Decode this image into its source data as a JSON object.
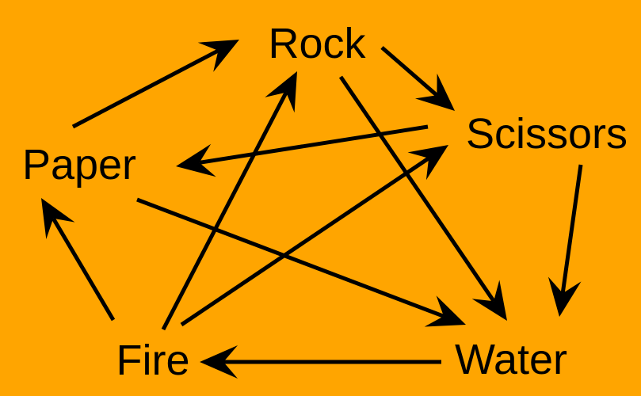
{
  "colors": {
    "background": "#FFA500",
    "arrow": "#000000",
    "text": "#000000"
  },
  "nodes": {
    "rock": {
      "label": "Rock"
    },
    "scissors": {
      "label": "Scissors"
    },
    "paper": {
      "label": "Paper"
    },
    "fire": {
      "label": "Fire"
    },
    "water": {
      "label": "Water"
    }
  },
  "edges": [
    {
      "from": "Paper",
      "to": "Rock"
    },
    {
      "from": "Rock",
      "to": "Scissors"
    },
    {
      "from": "Rock",
      "to": "Water"
    },
    {
      "from": "Scissors",
      "to": "Paper"
    },
    {
      "from": "Scissors",
      "to": "Water"
    },
    {
      "from": "Paper",
      "to": "Water"
    },
    {
      "from": "Fire",
      "to": "Paper"
    },
    {
      "from": "Fire",
      "to": "Rock"
    },
    {
      "from": "Fire",
      "to": "Scissors"
    },
    {
      "from": "Water",
      "to": "Fire"
    }
  ]
}
